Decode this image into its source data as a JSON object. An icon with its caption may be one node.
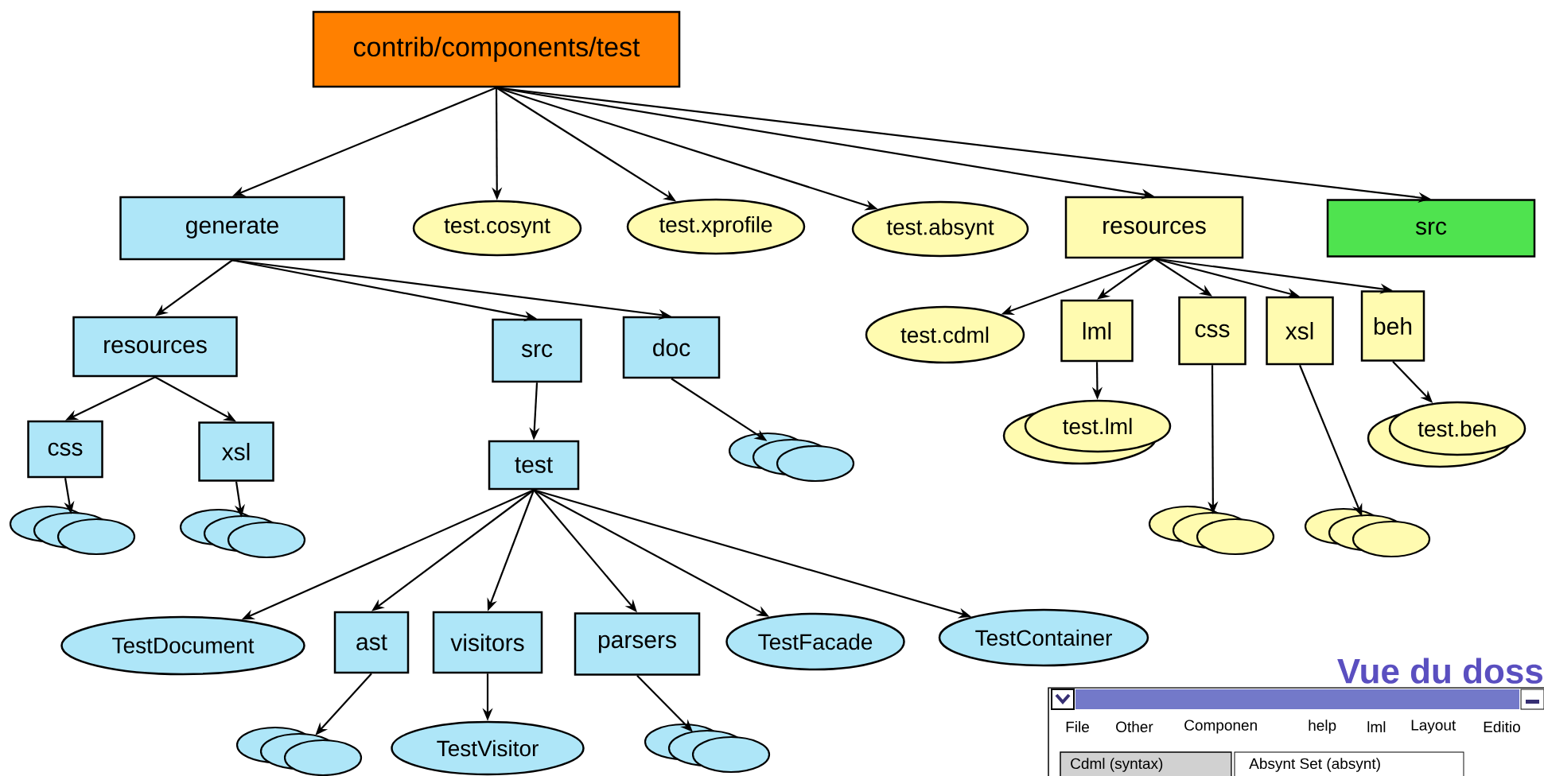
{
  "diagram": {
    "nodes": [
      {
        "text": [
          "contrib/components/test"
        ]
      },
      {
        "text": [
          "generate"
        ]
      },
      {
        "text": [
          "test.cosynt"
        ]
      },
      {
        "text": [
          "test.xprofile"
        ]
      },
      {
        "text": [
          "test.absynt"
        ]
      },
      {
        "text": [
          "resources"
        ]
      },
      {
        "text": [
          "src"
        ]
      },
      {
        "text": [
          "resources"
        ]
      },
      {
        "text": [
          "src"
        ]
      },
      {
        "text": [
          "doc"
        ]
      },
      {
        "text": [
          "css"
        ]
      },
      {
        "text": [
          "xsl"
        ]
      },
      {
        "text": [
          "test"
        ]
      },
      {
        "text": [],
        "shape": "ellipse"
      },
      {
        "text": [],
        "shape": "ellipse"
      },
      {
        "text": [],
        "shape": "ellipse"
      },
      {
        "text": [
          "TestDocument"
        ]
      },
      {
        "text": [
          "ast"
        ]
      },
      {
        "text": [
          "visitors"
        ]
      },
      {
        "text": [
          "parsers"
        ]
      },
      {
        "text": [
          "TestFacade"
        ]
      },
      {
        "text": [
          "TestContainer"
        ]
      },
      {
        "text": [],
        "shape": "ellipse"
      },
      {
        "text": [
          "TestVisitor"
        ]
      },
      {
        "text": [],
        "shape": "ellipse"
      },
      {
        "text": [
          "test.cdml"
        ]
      },
      {
        "text": [
          "lml"
        ]
      },
      {
        "text": [
          "css"
        ]
      },
      {
        "text": [
          "xsl"
        ]
      },
      {
        "text": [
          "beh"
        ]
      },
      {
        "text": [
          "test.lml"
        ]
      },
      {
        "text": [
          "test.beh"
        ]
      },
      {
        "text": [],
        "shape": "ellipse"
      },
      {
        "text": [],
        "shape": "ellipse"
      }
    ],
    "edges": [
      {
        "from": 0,
        "to": 1,
        "arrow": "to"
      },
      {
        "from": 0,
        "to": 2,
        "arrow": "to"
      },
      {
        "from": 0,
        "to": 3,
        "arrow": "to"
      },
      {
        "from": 0,
        "to": 4,
        "arrow": "to"
      },
      {
        "from": 0,
        "to": 5,
        "arrow": "to"
      },
      {
        "from": 0,
        "to": 6,
        "arrow": "to"
      },
      {
        "from": 1,
        "to": 7,
        "arrow": "to"
      },
      {
        "from": 1,
        "to": 8,
        "arrow": "to"
      },
      {
        "from": 1,
        "to": 9,
        "arrow": "to"
      },
      {
        "from": 7,
        "to": 10,
        "arrow": "to"
      },
      {
        "from": 7,
        "to": 11,
        "arrow": "to"
      },
      {
        "from": 10,
        "to": 13,
        "arrow": "to"
      },
      {
        "from": 11,
        "to": 14,
        "arrow": "to"
      },
      {
        "from": 8,
        "to": 12,
        "arrow": "to"
      },
      {
        "from": 9,
        "to": 15,
        "arrow": "to"
      },
      {
        "from": 12,
        "to": 16,
        "arrow": "to"
      },
      {
        "from": 12,
        "to": 17,
        "arrow": "to"
      },
      {
        "from": 12,
        "to": 18,
        "arrow": "to"
      },
      {
        "from": 12,
        "to": 19,
        "arrow": "to"
      },
      {
        "from": 12,
        "to": 20,
        "arrow": "to"
      },
      {
        "from": 12,
        "to": 21,
        "arrow": "to"
      },
      {
        "from": 17,
        "to": 22,
        "arrow": "to"
      },
      {
        "from": 18,
        "to": 23,
        "arrow": "to"
      },
      {
        "from": 19,
        "to": 24,
        "arrow": "to"
      },
      {
        "from": 5,
        "to": 25,
        "arrow": "to"
      },
      {
        "from": 5,
        "to": 26,
        "arrow": "to"
      },
      {
        "from": 5,
        "to": 27,
        "arrow": "to"
      },
      {
        "from": 5,
        "to": 28,
        "arrow": "to"
      },
      {
        "from": 5,
        "to": 29,
        "arrow": "to"
      },
      {
        "from": 26,
        "to": 30,
        "arrow": "to"
      },
      {
        "from": 27,
        "to": 32,
        "arrow": "to"
      },
      {
        "from": 28,
        "to": 33,
        "arrow": "to"
      },
      {
        "from": 29,
        "to": 31,
        "arrow": "to"
      }
    ],
    "labels": [
      "Vue du doss",
      "File",
      "Other",
      "Componen",
      "help",
      "lml",
      "Layout",
      "Editio",
      "Cdml (syntax)",
      "Absynt Set (absynt)"
    ]
  }
}
